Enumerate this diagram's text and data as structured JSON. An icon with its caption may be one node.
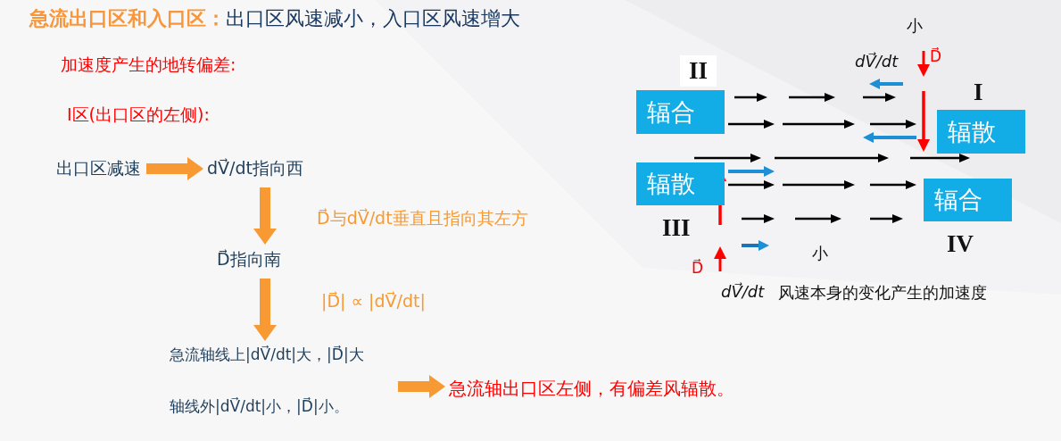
{
  "diagram": {
    "title": "**急流出口区和入口区：**出口区风速减小，入口区风速增大",
    "nodes": [
      {
        "text": [
          "出口区减速"
        ]
      },
      {
        "text": [
          "dV⃗/dt指向西"
        ]
      },
      {
        "text": [
          "D⃗指向南"
        ]
      },
      {
        "text": [
          "急流轴线上|dV⃗/dt|大，|D⃗|大",
          "轴线外|dV⃗/dt|小，|D⃗|小。"
        ]
      },
      {
        "text": [
          "急流轴出口区左侧，有偏差风辐散。"
        ]
      },
      {
        "text": [
          "辐合"
        ]
      },
      {
        "text": [
          "辐散"
        ]
      },
      {
        "text": [
          "辐散"
        ]
      },
      {
        "text": [
          "辐合"
        ]
      }
    ],
    "edges": [
      {
        "from": 0,
        "to": 1,
        "arrow": "to"
      },
      {
        "from": 1,
        "to": 2,
        "arrow": "to",
        "label": "D⃗与dV⃗/dt垂直且指向其左方"
      },
      {
        "from": 2,
        "to": 3,
        "arrow": "to",
        "label": "|D⃗| ∝ |dV⃗/dt|"
      },
      {
        "from": 3,
        "to": 4,
        "arrow": "to"
      }
    ],
    "labels": [
      "加速度产生的地转偏差:",
      "I区(出口区的左侧):",
      "II",
      "小",
      "dV⃗/dt",
      "D⃗",
      "I",
      "III",
      "IV",
      "小",
      "D⃗",
      "dV⃗/dt",
      "风速本身的变化产生的加速度"
    ]
  }
}
